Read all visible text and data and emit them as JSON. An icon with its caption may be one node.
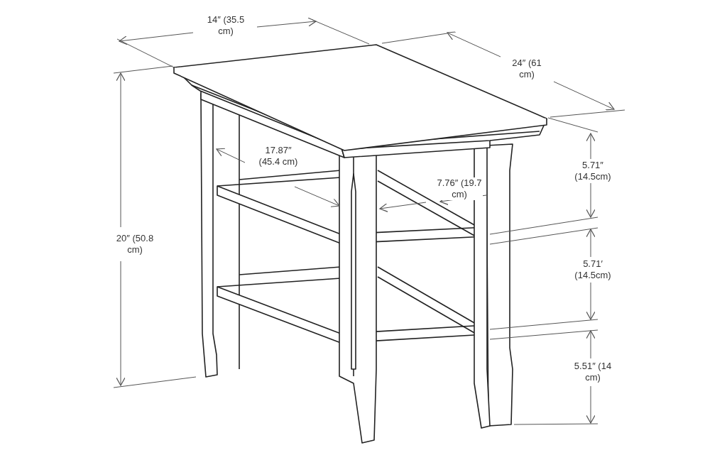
{
  "diagram": {
    "labels": [
      "14″ (35.5 cm)",
      "24″ (61 cm)",
      "20″ (50.8 cm)",
      "17.87″ (45.4 cm)",
      "5.71″ (14.5cm)",
      "7.76″ (19.7 cm)",
      "5.71′ (14.5cm)",
      "5.51″ (14 cm)"
    ]
  }
}
